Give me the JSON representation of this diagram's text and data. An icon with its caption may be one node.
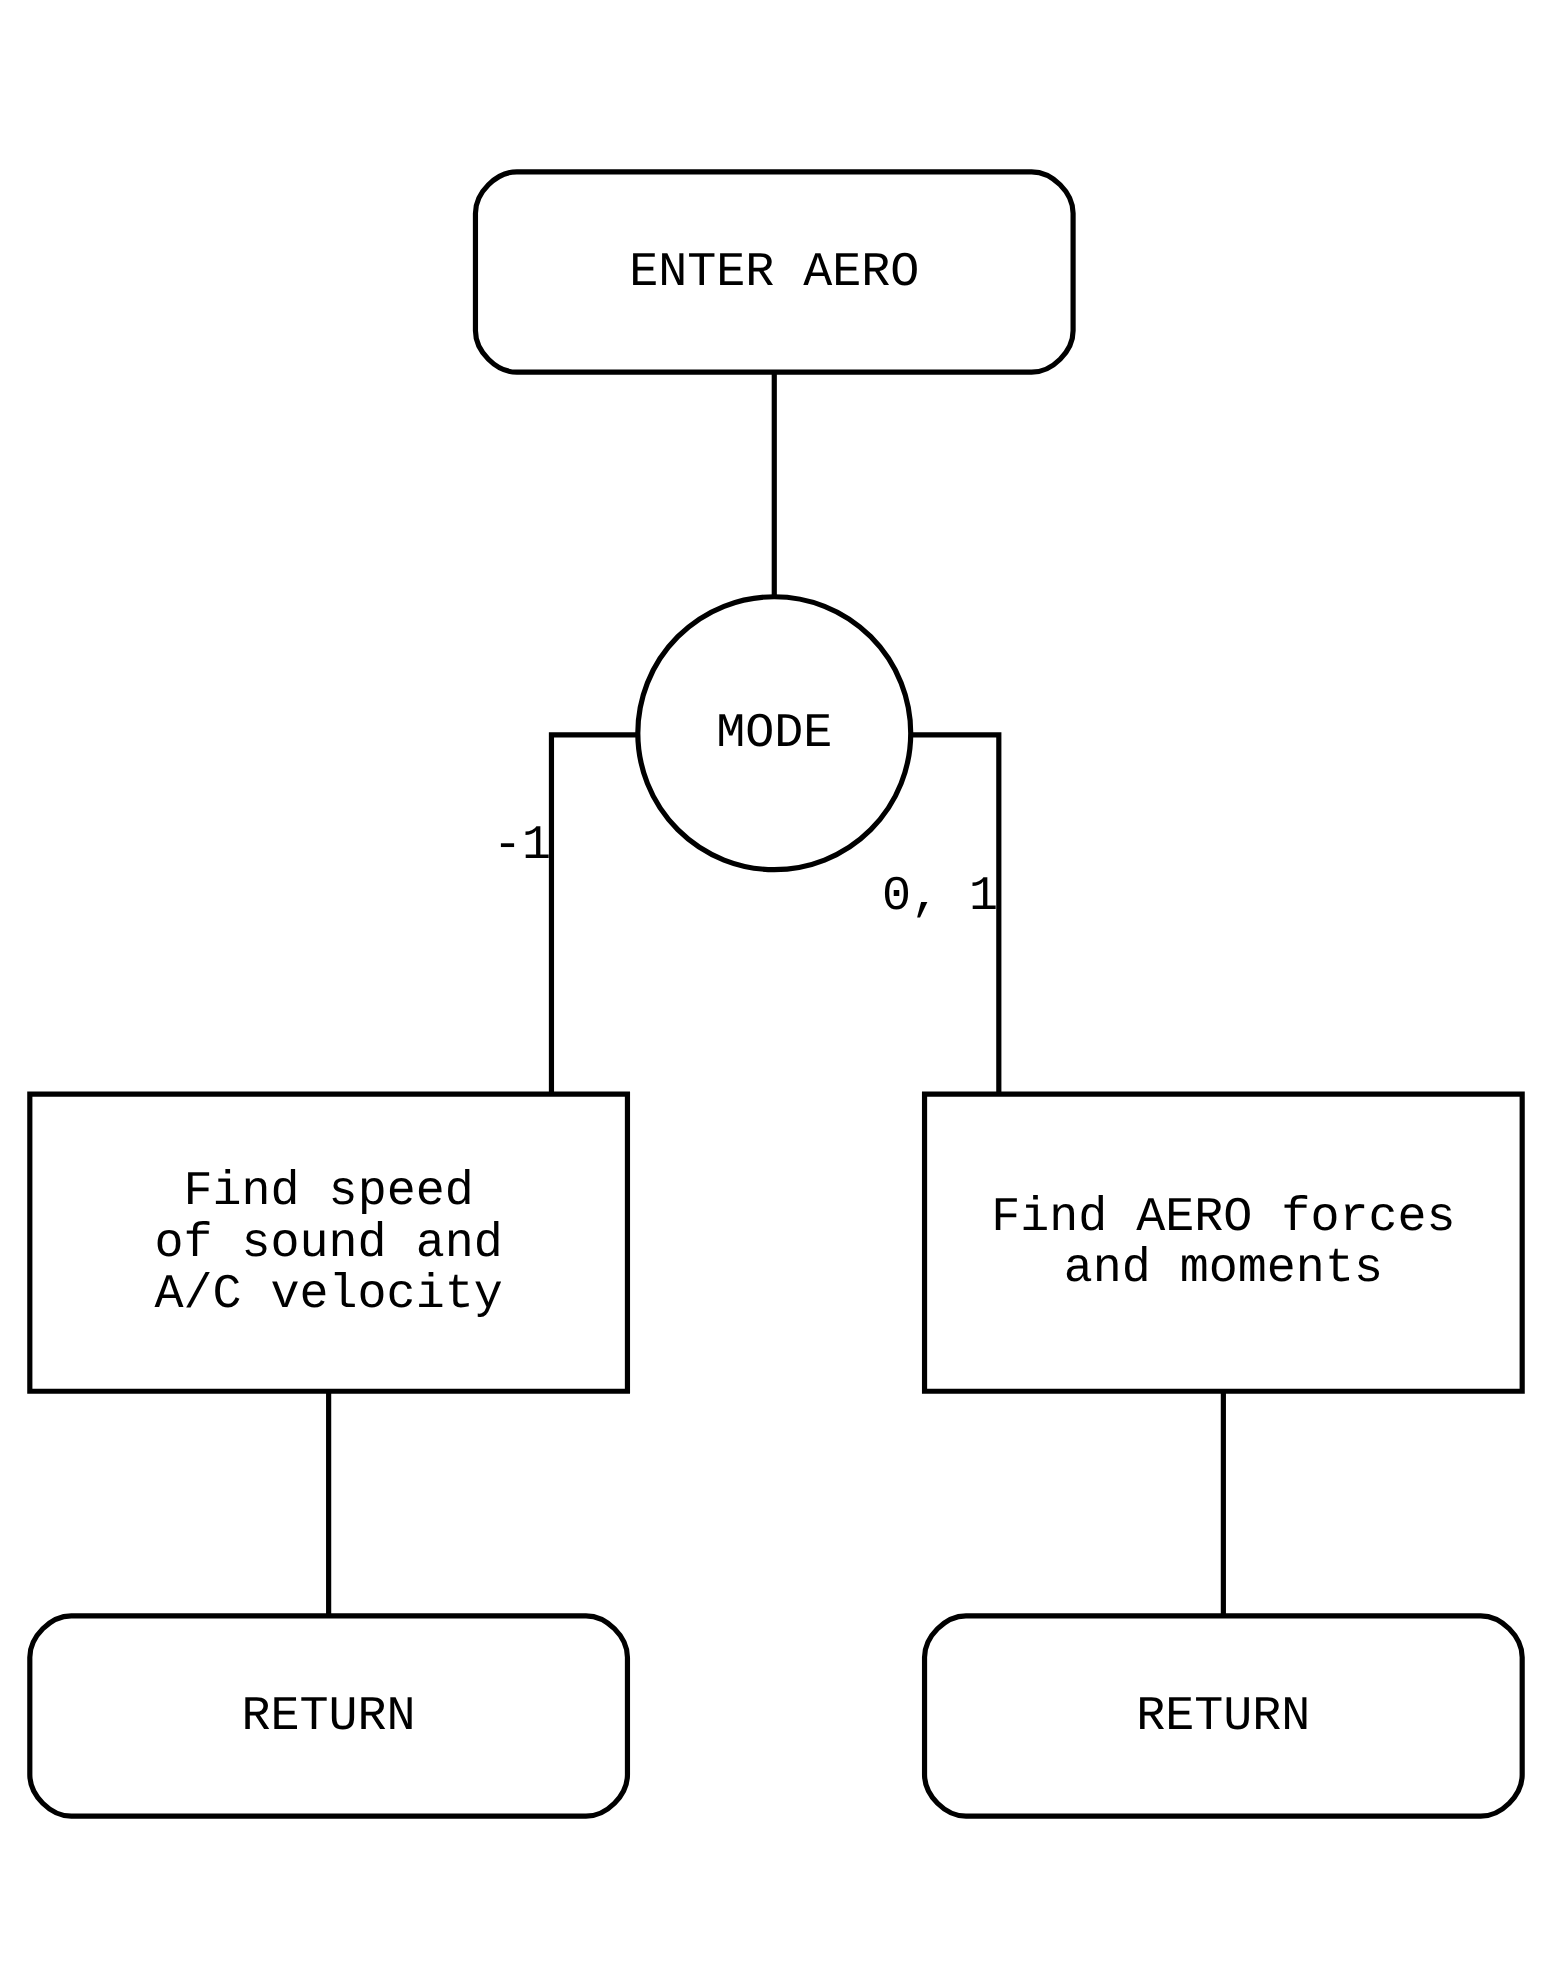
{
  "diagram": {
    "nodes": [
      {
        "text": [
          "ENTER AERO"
        ]
      },
      {
        "text": [
          "MODE"
        ]
      },
      {
        "text": [
          "Find speed of sound and A/C velocity"
        ]
      },
      {
        "text": [
          "Find AERO forces and moments"
        ]
      },
      {
        "text": [
          "RETURN"
        ]
      },
      {
        "text": [
          "RETURN"
        ]
      }
    ],
    "edges": [
      {
        "from": 0,
        "to": 1,
        "arrow": "none"
      },
      {
        "from": 1,
        "to": 2,
        "arrow": "none",
        "label": "-1"
      },
      {
        "from": 1,
        "to": 3,
        "arrow": "none",
        "label": "0, 1"
      },
      {
        "from": 2,
        "to": 4,
        "arrow": "none"
      },
      {
        "from": 3,
        "to": 5,
        "arrow": "none"
      }
    ]
  }
}
